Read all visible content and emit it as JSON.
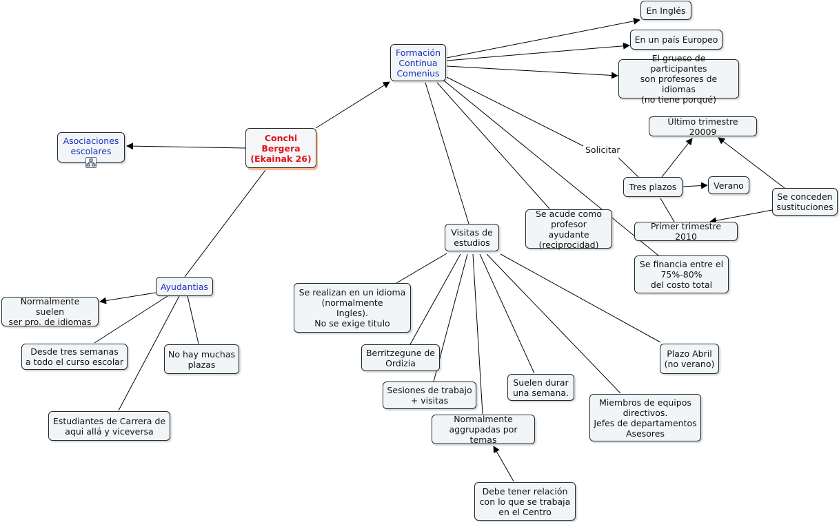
{
  "nodes": {
    "root": "Conchi\nBergera\n(Ekainak 26)",
    "asociaciones": "Asociaciones\nescolares",
    "formacion": "Formación\nContinua\nComenius",
    "en_ingles": "En Inglés",
    "en_pais": "En un país Europeo",
    "grueso": "El grueso de participantes\nson profesores de idiomas\n(no tiene porqué)",
    "ultimo_trimestre": "Último trimestre 20009",
    "tres_plazos": "Tres plazos",
    "verano": "Verano",
    "primer_trimestre": "Primer trimestre 2010",
    "se_conceden": "Se conceden\nsustituciones",
    "profesor_ayudante": "Se acude como\nprofesor ayudante\n(reciprocidad)",
    "se_financia": "Se financia entre el\n75%-80%\ndel costo total",
    "visitas": "Visitas de\nestudios",
    "idioma": "Se realizan en un idioma\n(normalmente\nIngles).\nNo se exige titulo",
    "berritzegune": "Berritzegune de\nOrdizia",
    "sesiones": "Sesiones de trabajo\n+ visitas",
    "normalmente_agrupadas": "Normalmente\naggrupadas por temas",
    "debe_tener": "Debe tener relación\ncon lo que se trabaja\nen el Centro",
    "suelen_durar": "Suelen durar\nuna semana.",
    "miembros": "Miembros de equipos\ndirectivos.\nJefes de departamentos\nAsesores",
    "plazo_abril": "Plazo Abril\n(no verano)",
    "ayudantias": "Ayudantias",
    "normalmente_suelen": "Normalmente suelen\nser pro. de idiomas",
    "desde_tres": "Desde tres semanas\na todo el curso escolar",
    "no_hay": "No hay muchas\nplazas",
    "estudiantes": "Estudiantes de Carrera de\naqui allá y viceversa"
  },
  "link_labels": {
    "solicitar": "Solicitar"
  },
  "icons": {
    "asociaciones_link": "linked-map-icon"
  },
  "colors": {
    "root_text": "#e0141b",
    "concept_link_text": "#1a2fbf",
    "node_fill": "#f2f5f7",
    "line": "#000000"
  }
}
